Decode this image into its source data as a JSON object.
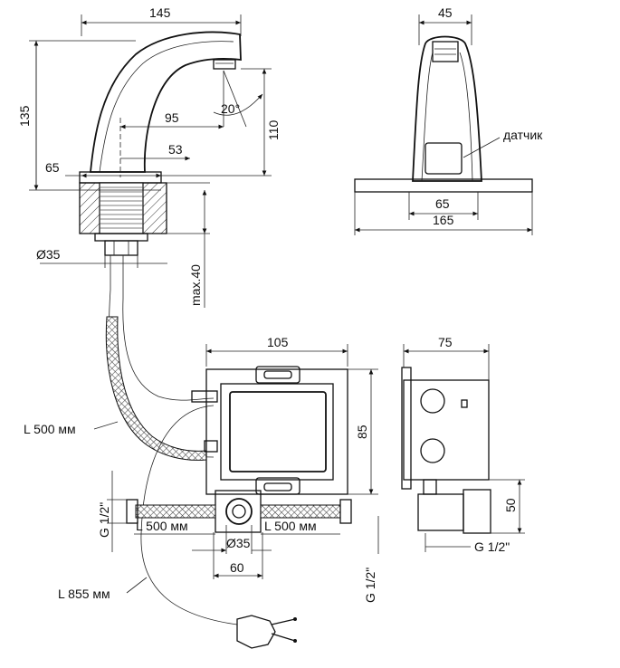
{
  "labels": {
    "faucet_width": "145",
    "faucet_height": "135",
    "spout_reach": "95",
    "spout_angle": "20°",
    "spout_height": "110",
    "inner_53": "53",
    "base_65": "65",
    "pipe_diameter": "Ø35",
    "max_thickness": "max.40",
    "hose_length": "L 500 мм",
    "cable_length": "L 855 мм",
    "front_width": "45",
    "sensor_label": "датчик",
    "front_base_65": "65",
    "front_base_165": "165",
    "box_width": "105",
    "box_height": "85",
    "box_depth": "75",
    "side_height": "50",
    "thread_left": "G 1/2\"",
    "thread_right": "G 1/2\"",
    "thread_bottom": "G 1/2\"",
    "hose_left": "L 500 мм",
    "hose_right": "L 500 мм",
    "valve_diameter": "Ø35",
    "valve_spacing": "60"
  }
}
